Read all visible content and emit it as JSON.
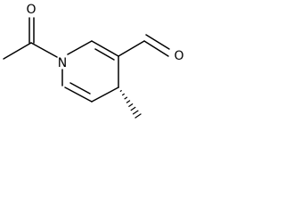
{
  "structure": {
    "atoms": [
      {
        "id": "o_acetyl",
        "element": "O",
        "label": "O"
      },
      {
        "id": "n1",
        "element": "N",
        "label": "N"
      },
      {
        "id": "o_aldehyde",
        "element": "O",
        "label": "O"
      }
    ],
    "stereo_bonds": [
      {
        "from": "c4",
        "to": "methyl",
        "style": "hashed-wedge"
      }
    ],
    "colors": {
      "bond": "#000000",
      "label": "#000000",
      "background": "#ffffff"
    }
  }
}
